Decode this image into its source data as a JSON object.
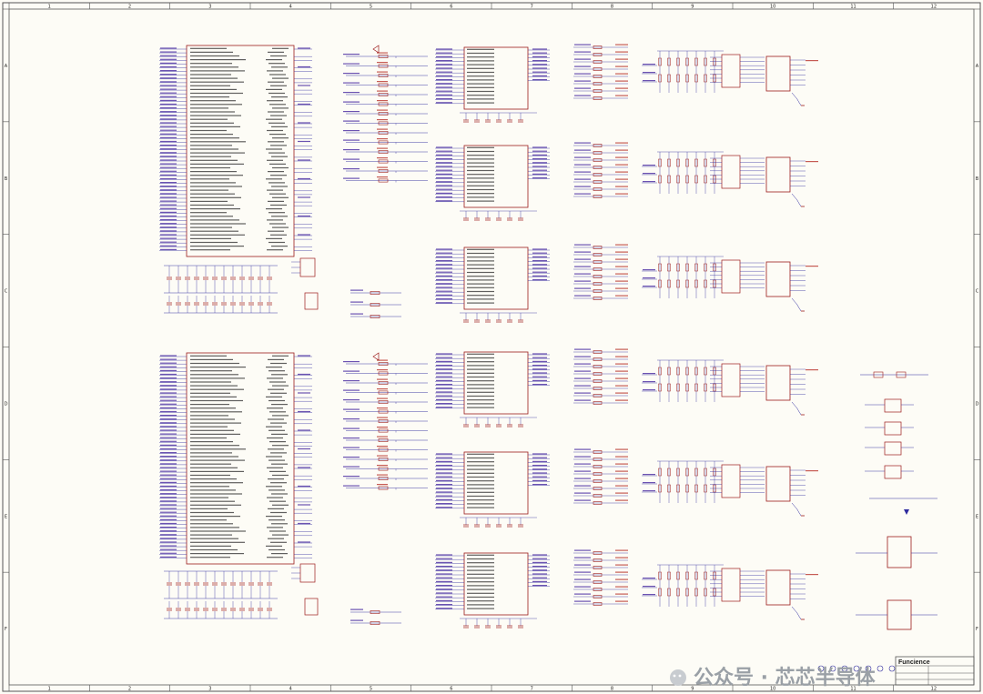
{
  "title_block": {
    "company": "Funcience"
  },
  "watermark": {
    "text": "公众号 · 芯芯半导体"
  },
  "border": {
    "col_labels": [
      "1",
      "2",
      "3",
      "4",
      "5",
      "6",
      "7",
      "8",
      "9",
      "10",
      "11",
      "12"
    ],
    "row_labels": [
      "A",
      "B",
      "C",
      "D",
      "E",
      "F"
    ]
  },
  "colors": {
    "wire": "#2e2a9e",
    "part": "#9c1c1c",
    "label": "#3a1a9a",
    "border": "#555555",
    "paper": "#fdfcf6"
  }
}
